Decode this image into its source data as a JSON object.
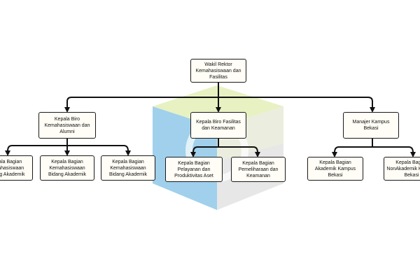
{
  "colors": {
    "cube_top": "#e3eeb7",
    "cube_left": "#8fc8e8",
    "cube_right": "#d9d9d9",
    "cube_bottom_left": "#a8cfe8",
    "line": "#111111",
    "box_fill": "#fffdf5",
    "box_border": "#1a1a1a"
  },
  "nodes": {
    "root": "Wakil Rektor Kemahasiswaan dan Fasilitas",
    "biro_kemahasiswaan": "Kepala Biro Kemahasiswaan dan Alumni",
    "biro_fasilitas": "Kepala Biro Fasilitas dan Keamanan",
    "manajer_bekasi": "Manajer Kampus Bekasi",
    "bagian_kemahasiswaan_1": "Kepala Bagian Kemahasiswaan Bidang Akademik",
    "bagian_kemahasiswaan_2": "Kepala Bagian Kemahasiswaan Bidang Akademik",
    "bagian_kemahasiswaan_3": "Kepala Bagian Kemahasiswaan Bidang Akademik",
    "bagian_pelayanan": "Kepala Bagian Pelayanan dan Produktivitas Aset",
    "bagian_pemeliharaan": "Kepala Bagian Pemeliharaan dan Keamanan",
    "bagian_akademik_bekasi": "Kepala Bagian Akademik Kampus Bekasi",
    "bagian_nonakademik_bekasi": "Kepala Bagian NonAkademik Kampus Bekasi"
  }
}
